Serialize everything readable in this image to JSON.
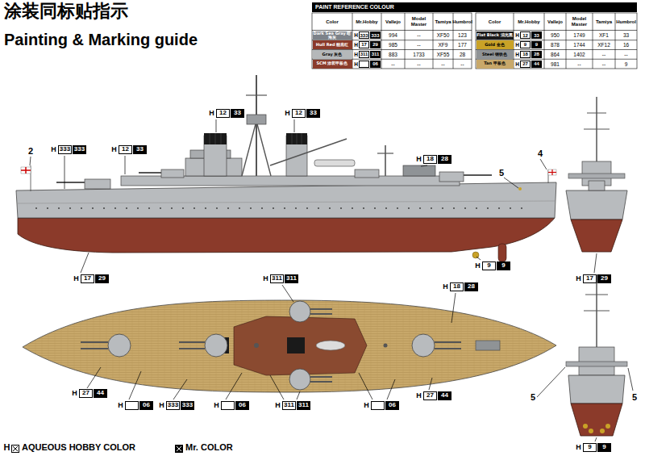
{
  "diagram": {
    "title": "涂装同标贴指示",
    "labels": [
      "Painting & Marking guide",
      "PAINT REFERENCE COLOUR",
      "Color",
      "Mr.Hobby",
      "Vallejo",
      "Model Master",
      "Tamiya",
      "Humbrol",
      "Color",
      "Mr.Hobby",
      "Vallejo",
      "Model Master",
      "Tamiya",
      "Humbrol",
      "H",
      "333",
      "333",
      "994",
      "--",
      "XF50",
      "123",
      "H",
      "17",
      "29",
      "985",
      "--",
      "XF9",
      "177",
      "H",
      "311",
      "311",
      "883",
      "1733",
      "XF55",
      "28",
      "H",
      "06",
      "--",
      "--",
      "--",
      "--",
      "H",
      "12",
      "33",
      "950",
      "1749",
      "XF1",
      "33",
      "H",
      "9",
      "9",
      "878",
      "1744",
      "XF12",
      "16",
      "H",
      "18",
      "28",
      "864",
      "1402",
      "--",
      "--",
      "H",
      "27",
      "44",
      "981",
      "--",
      "--",
      "9",
      "H",
      "333",
      "333",
      "H",
      "12",
      "33",
      "H",
      "12",
      "33",
      "H",
      "12",
      "33",
      "H",
      "18",
      "28",
      "H",
      "9",
      "9",
      "H",
      "17",
      "29",
      "H",
      "17",
      "29",
      "H",
      "311",
      "311",
      "H",
      "18",
      "28",
      "H",
      "27",
      "44",
      "H",
      "06",
      "H",
      "333",
      "333",
      "H",
      "06",
      "H",
      "311",
      "311",
      "H",
      "06",
      "H",
      "27",
      "44",
      "H",
      "9",
      "9",
      "2",
      "4",
      "5",
      "5",
      "5",
      "H"
    ],
    "legend": [
      {
        "text": "Dark Sea Gray 暗海灰",
        "color": "#7d8289"
      },
      {
        "text": "Hull Red 舰底红",
        "color": "#8b3a2a"
      },
      {
        "text": "Gray 灰色",
        "color": "#b5b8ba"
      },
      {
        "text": "SCM 涂装甲板色",
        "color": "#8a3b2b"
      },
      {
        "text": "Flat Black 消光黑",
        "color": "#1a1a1a"
      },
      {
        "text": "Gold 金色",
        "color": "#c9a227"
      },
      {
        "text": "Steel 钢铁色",
        "color": "#8f9396"
      },
      {
        "text": "Tan 甲板色",
        "color": "#c8a86a"
      },
      {
        "text": "AQUEOUS HOBBY COLOR"
      },
      {
        "text": "Mr. COLOR"
      }
    ]
  }
}
